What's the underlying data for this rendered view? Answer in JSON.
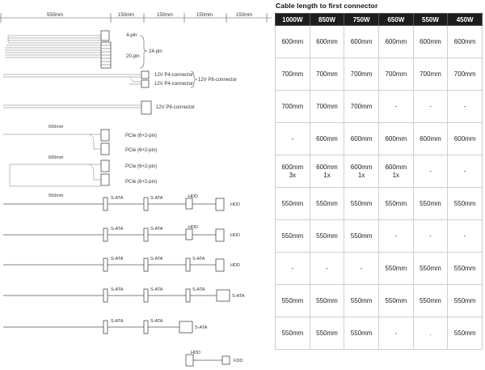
{
  "diagram": {
    "segments": [
      "550mm",
      "150mm",
      "150mm",
      "150mm",
      "150mm"
    ],
    "labels": {
      "pin4": "4-pin",
      "pin24": "24-pin",
      "pin20": "20-pin",
      "p4a": "12V P4-connector",
      "p4b": "12V P4-connector",
      "p8group": "12V P8-connector",
      "p8": "12V P8-connector",
      "pcie_len_a": "600mm",
      "pcie1": "PCIe (6+2-pin)",
      "pcie2": "PCIe (6+2-pin)",
      "pcie_len_b": "600mm",
      "pcie3": "PCIe (6+2-pin)",
      "pcie4": "PCIe (6+2-pin)",
      "sata_len": "550mm",
      "sata": "S-ATA",
      "hdd": "HDD",
      "fdd": "FDD"
    }
  },
  "table": {
    "title": "Cable length to first connector",
    "headers": [
      "1000W",
      "850W",
      "750W",
      "650W",
      "550W",
      "450W"
    ],
    "rows": [
      [
        "600mm",
        "600mm",
        "600mm",
        "600mm",
        "600mm",
        "600mm"
      ],
      [
        "700mm",
        "700mm",
        "700mm",
        "700mm",
        "700mm",
        "700mm"
      ],
      [
        "700mm",
        "700mm",
        "700mm",
        "-",
        "-",
        "-"
      ],
      [
        "-",
        "600mm",
        "600mm",
        "600mm",
        "600mm",
        "600mm"
      ],
      [
        [
          "600mm",
          "3x"
        ],
        [
          "600mm",
          "1x"
        ],
        [
          "600mm",
          "1x"
        ],
        [
          "600mm",
          "1x"
        ],
        "-",
        "-"
      ],
      [
        "550mm",
        "550mm",
        "550mm",
        "550mm",
        "550mm",
        "550mm"
      ],
      [
        "550mm",
        "550mm",
        "550mm",
        "-",
        "-",
        "-"
      ],
      [
        "-",
        "-",
        "-",
        "550mm",
        "550mm",
        "550mm"
      ],
      [
        "550mm",
        "550mm",
        "550mm",
        "550mm",
        "550mm",
        "550mm"
      ],
      [
        "550mm",
        "550mm",
        "550mm",
        "-",
        ".",
        "550mm"
      ]
    ]
  }
}
